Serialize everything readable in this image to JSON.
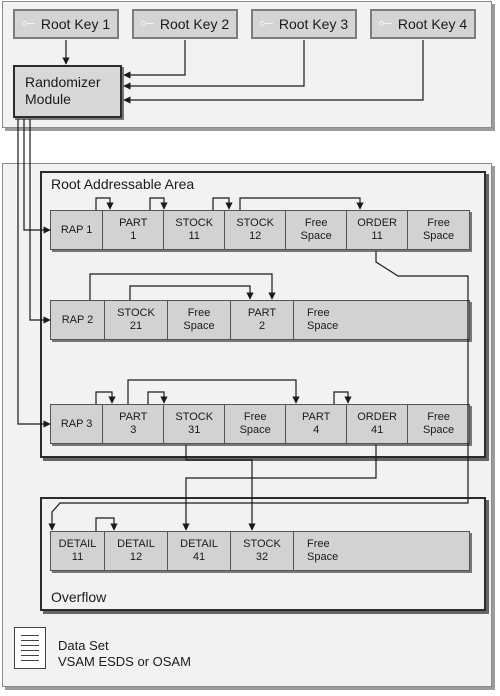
{
  "root_keys": [
    "Root Key 1",
    "Root Key 2",
    "Root Key 3",
    "Root Key 4"
  ],
  "randomizer": {
    "line1": "Randomizer",
    "line2": "Module"
  },
  "root_area": {
    "title": "Root Addressable Area",
    "rows": [
      {
        "cells": [
          "RAP 1",
          "PART\n1",
          "STOCK\n11",
          "STOCK\n12",
          "Free\nSpace",
          "ORDER\n11",
          "Free\nSpace"
        ]
      },
      {
        "cells": [
          "RAP 2",
          "STOCK\n21",
          "Free\nSpace",
          "PART\n2",
          "Free\nSpace"
        ]
      },
      {
        "cells": [
          "RAP 3",
          "PART\n3",
          "STOCK\n31",
          "Free\nSpace",
          "PART\n4",
          "ORDER\n41",
          "Free\nSpace"
        ]
      }
    ]
  },
  "overflow": {
    "title": "Overflow",
    "cells": [
      "DETAIL\n11",
      "DETAIL\n12",
      "DETAIL\n41",
      "STOCK\n32",
      "Free\nSpace"
    ]
  },
  "legend": {
    "icon": "data-set-icon",
    "line1": "Data Set",
    "line2": "VSAM ESDS or OSAM"
  },
  "colors": {
    "cell_fill": "#d2d2d2",
    "panel_fill": "#f2f2f2",
    "line": "#1a1a1a"
  }
}
